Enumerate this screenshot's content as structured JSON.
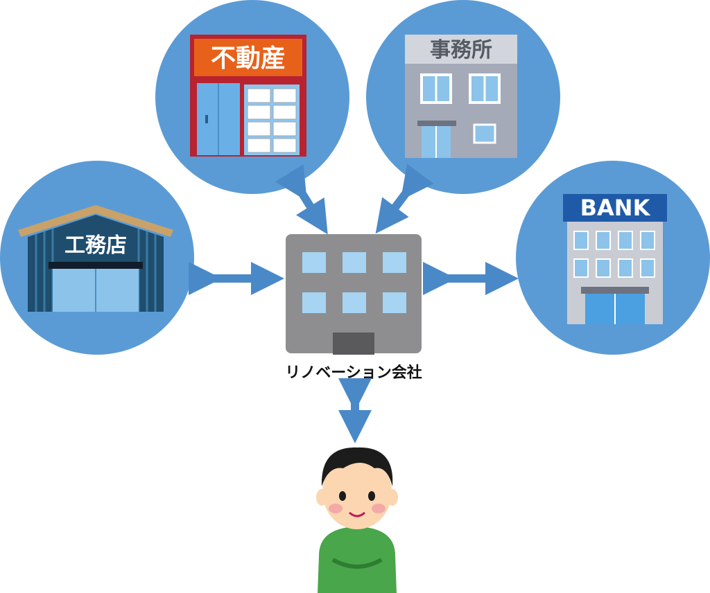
{
  "center": {
    "label": "リノベーション会社"
  },
  "realestate": {
    "sign": "不動産"
  },
  "office": {
    "sign": "事務所"
  },
  "bank": {
    "sign": "BANK"
  },
  "contractor": {
    "sign": "工務店"
  }
}
